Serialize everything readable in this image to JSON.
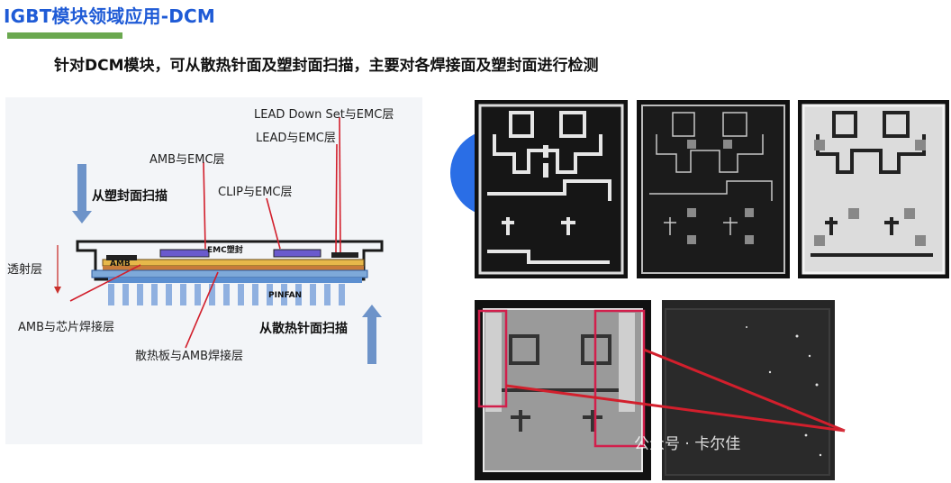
{
  "title": "IGBT模块领域应用-DCM",
  "subtitle": "针对DCM模块，可从散热针面及塑封面扫描，主要对各焊接面及塑封面进行检测",
  "diagram": {
    "lead_down_set": "LEAD Down Set与EMC层",
    "lead_emc": "LEAD与EMC层",
    "amb_emc": "AMB与EMC层",
    "clip_emc": "CLIP与EMC层",
    "from_mold": "从塑封面扫描",
    "transmission": "透射层",
    "emc_mold": "EMC塑封",
    "amb": "AMB",
    "pinfan": "PINFAN",
    "amb_chip": "AMB与芯片焊接层",
    "from_heatsink": "从散热针面扫描",
    "heatsink_amb": "散热板与AMB焊接层"
  },
  "watermark": "公众号 · 卡尔佳",
  "colors": {
    "title": "#1f5bd6",
    "accent_bar": "#6aa84f",
    "arrow": "#6d93c9",
    "leader": "#d21f2c",
    "highlight_box": "#d21f4c"
  }
}
